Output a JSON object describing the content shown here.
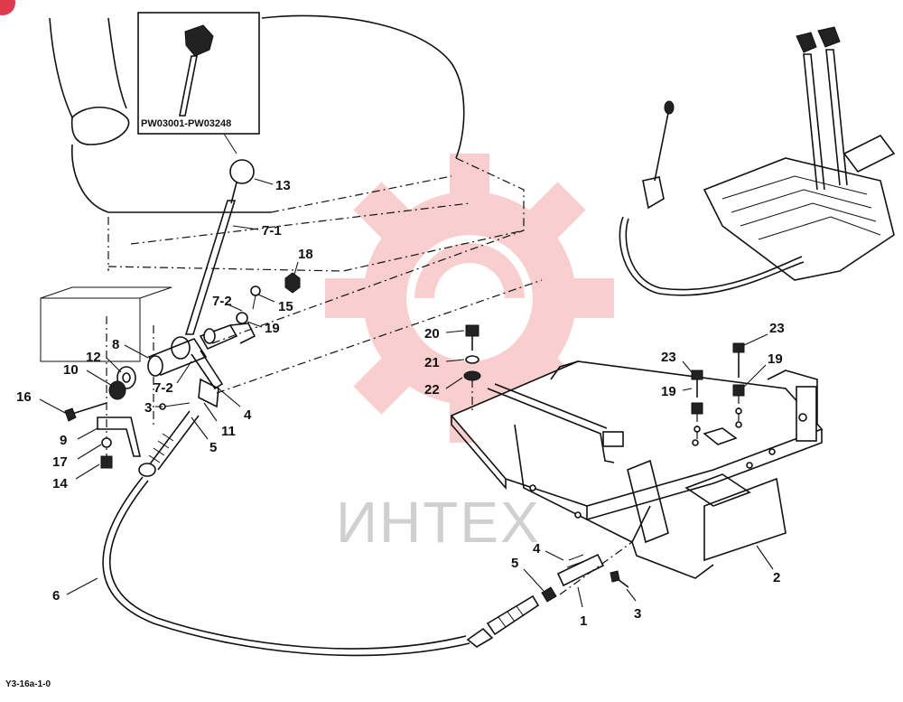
{
  "inset": {
    "caption": "PW03001-PW03248"
  },
  "watermark": {
    "text": "ИНТЕХ"
  },
  "figure_code": "Y3-16a-1-0",
  "callouts": {
    "c13": "13",
    "c7_1": "7-1",
    "c18": "18",
    "c15": "15",
    "c7_2a": "7-2",
    "c19a": "19",
    "c8": "8",
    "c12": "12",
    "c10": "10",
    "c16": "16",
    "c7_2b": "7-2",
    "c3a": "3",
    "c4a": "4",
    "c11": "11",
    "c5a": "5",
    "c9": "9",
    "c17": "17",
    "c14": "14",
    "c6": "6",
    "c20": "20",
    "c21": "21",
    "c22": "22",
    "c23a": "23",
    "c23b": "23",
    "c19b": "19",
    "c19c": "19",
    "c4b": "4",
    "c5b": "5",
    "c1": "1",
    "c3b": "3",
    "c2": "2"
  },
  "colors": {
    "watermark_red": "#f4a7a7",
    "line": "#111111",
    "badge": "#e03a4a"
  }
}
